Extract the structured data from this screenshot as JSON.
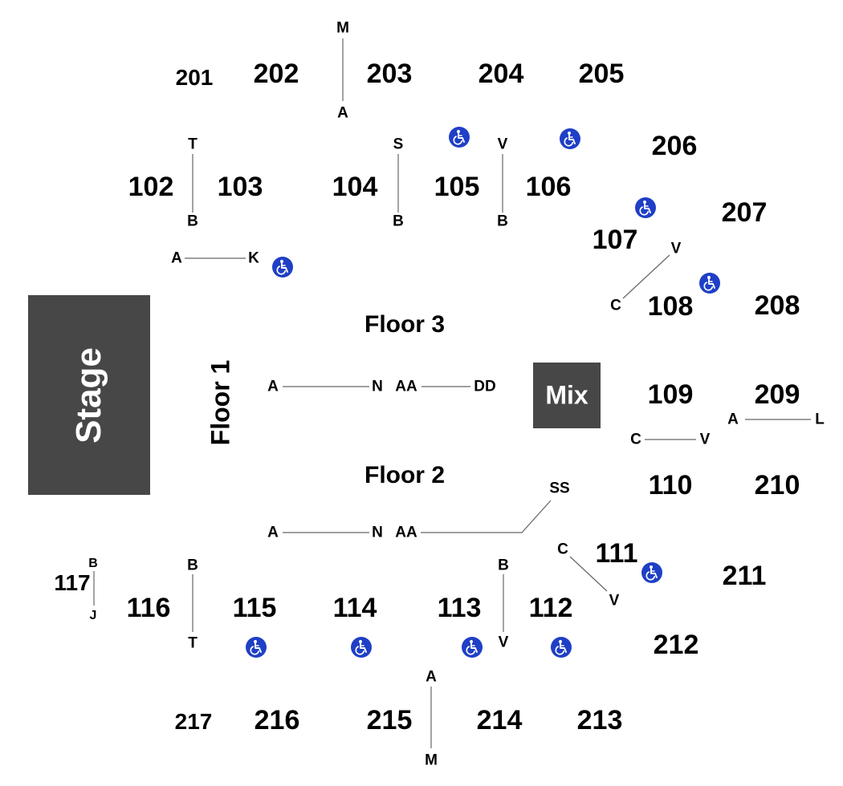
{
  "stage": {
    "label": "Stage"
  },
  "mix": {
    "label": "Mix"
  },
  "floors": {
    "floor1": "Floor 1",
    "floor2": "Floor 2",
    "floor3": "Floor 3"
  },
  "sections": {
    "s201": "201",
    "s202": "202",
    "s203": "203",
    "s204": "204",
    "s205": "205",
    "s206": "206",
    "s207": "207",
    "s208": "208",
    "s209": "209",
    "s210": "210",
    "s211": "211",
    "s212": "212",
    "s213": "213",
    "s214": "214",
    "s215": "215",
    "s216": "216",
    "s217": "217",
    "s102": "102",
    "s103": "103",
    "s104": "104",
    "s105": "105",
    "s106": "106",
    "s107": "107",
    "s108": "108",
    "s109": "109",
    "s110": "110",
    "s111": "111",
    "s112": "112",
    "s113": "113",
    "s114": "114",
    "s115": "115",
    "s116": "116",
    "s117": "117"
  },
  "rows": {
    "r_top_M": "M",
    "r_top_A": "A",
    "r_102_T": "T",
    "r_102_B": "B",
    "r_104_S": "S",
    "r_104_B": "B",
    "r_105_V": "V",
    "r_105_B": "B",
    "r_A": "A",
    "r_K": "K",
    "r_107_V": "V",
    "r_107_C": "C",
    "r_f3_A": "A",
    "r_f3_N": "N",
    "r_f3_AA": "AA",
    "r_f3_DD": "DD",
    "r_109_C": "C",
    "r_109_V": "V",
    "r_209_A": "A",
    "r_209_L": "L",
    "r_f2_SS": "SS",
    "r_f2_A": "A",
    "r_f2_N": "N",
    "r_f2_AA": "AA",
    "r_111_C": "C",
    "r_111_V": "V",
    "r_117_B": "B",
    "r_117_J": "J",
    "r_115_B": "B",
    "r_115_T": "T",
    "r_113_B": "B",
    "r_113_V": "V",
    "r_bot_A": "A",
    "r_bot_M": "M"
  },
  "icons": {
    "accessible": "wheelchair-icon"
  },
  "colors": {
    "accent": "#1f3fc6",
    "block": "#474747",
    "line": "#666666"
  }
}
